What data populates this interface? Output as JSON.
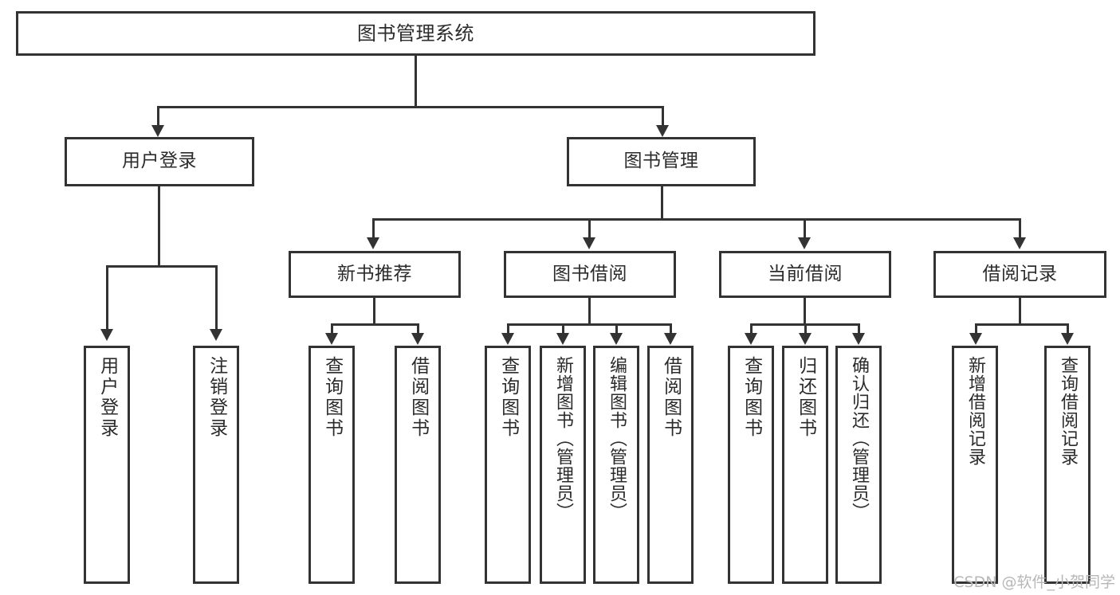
{
  "diagram": {
    "title": "图书管理系统",
    "type": "tree",
    "root": {
      "id": "root",
      "label": "图书管理系统",
      "orientation": "horizontal"
    },
    "level2": [
      {
        "id": "user-login",
        "label": "用户登录",
        "orientation": "horizontal"
      },
      {
        "id": "book-manage",
        "label": "图书管理",
        "orientation": "horizontal"
      }
    ],
    "level3": [
      {
        "id": "new-book-recommend",
        "label": "新书推荐",
        "orientation": "horizontal",
        "parent": "book-manage"
      },
      {
        "id": "book-borrow",
        "label": "图书借阅",
        "orientation": "horizontal",
        "parent": "book-manage"
      },
      {
        "id": "current-borrow",
        "label": "当前借阅",
        "orientation": "horizontal",
        "parent": "book-manage"
      },
      {
        "id": "borrow-record",
        "label": "借阅记录",
        "orientation": "horizontal",
        "parent": "book-manage"
      }
    ],
    "leaves": {
      "user_login": [
        {
          "id": "leaf-user-login",
          "label": "用户登录"
        },
        {
          "id": "leaf-user-logout",
          "label": "注销登录"
        }
      ],
      "new_book_recommend": [
        {
          "id": "leaf-query-book-1",
          "label": "查询图书"
        },
        {
          "id": "leaf-borrow-book-1",
          "label": "借阅图书"
        }
      ],
      "book_borrow": [
        {
          "id": "leaf-query-book-2",
          "label": "查询图书"
        },
        {
          "id": "leaf-add-book",
          "label": "新增图书（管理员）"
        },
        {
          "id": "leaf-edit-book",
          "label": "编辑图书（管理员）"
        },
        {
          "id": "leaf-borrow-book-2",
          "label": "借阅图书"
        }
      ],
      "current_borrow": [
        {
          "id": "leaf-query-book-3",
          "label": "查询图书"
        },
        {
          "id": "leaf-return-book",
          "label": "归还图书"
        },
        {
          "id": "leaf-confirm-return",
          "label": "确认归还（管理员）"
        }
      ],
      "borrow_record": [
        {
          "id": "leaf-add-record",
          "label": "新增借阅记录"
        },
        {
          "id": "leaf-query-record",
          "label": "查询借阅记录"
        }
      ]
    }
  },
  "watermark": {
    "text": "CSDN @软件_小贺同学"
  },
  "colors": {
    "stroke": "#333333",
    "text": "#2b2b2b",
    "background": "#ffffff",
    "watermark": "#b7b7b7"
  }
}
